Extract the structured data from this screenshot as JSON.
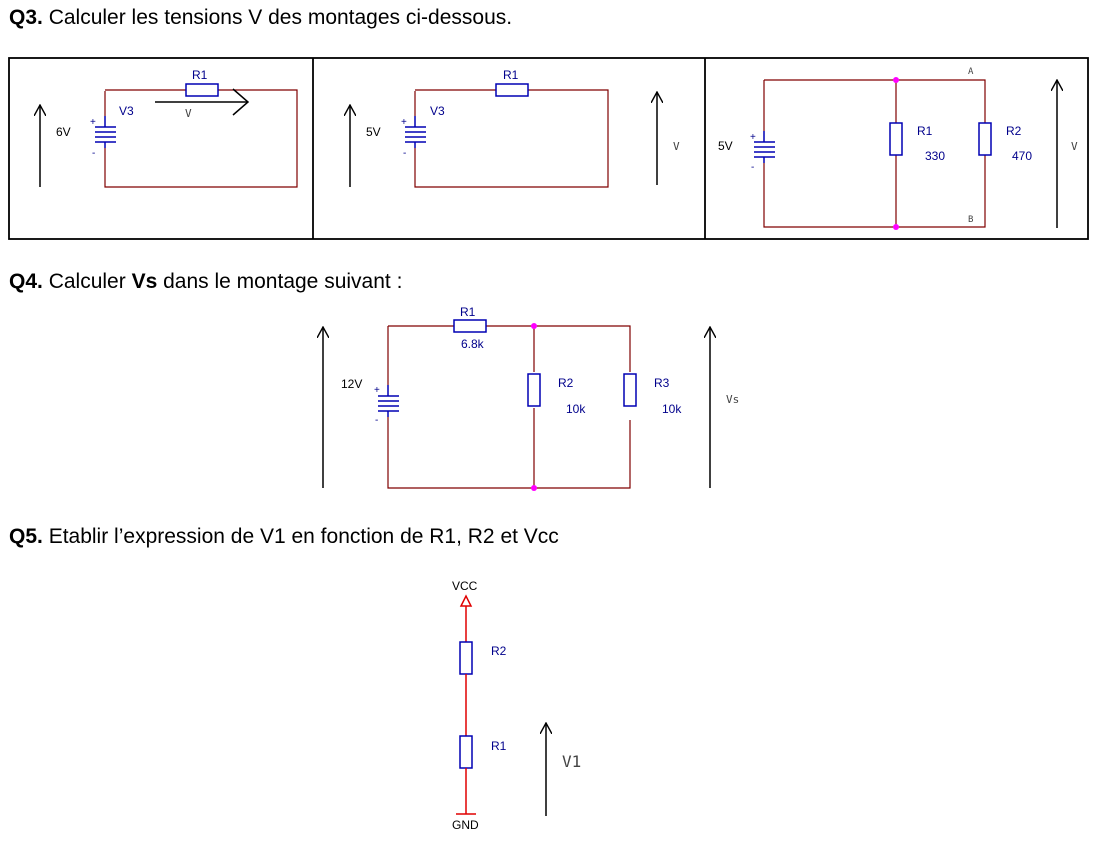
{
  "q3": {
    "num": "Q3.",
    "text": " Calculer les tensions V des montages ci-dessous."
  },
  "q4": {
    "num": "Q4.",
    "text_before": " Calculer ",
    "bold": "Vs",
    "text_after": " dans le montage suivant :"
  },
  "q5": {
    "num": "Q5.",
    "text": " Etablir l’expression de V1 en fonction de R1, R2 et Vcc"
  },
  "circuit1": {
    "r1": "R1",
    "source": "V3",
    "voltage": "6V",
    "v": "V",
    "plus": "+",
    "minus": "-"
  },
  "circuit2": {
    "r1": "R1",
    "source": "V3",
    "voltage": "5V",
    "v": "V",
    "plus": "+",
    "minus": "-"
  },
  "circuit3": {
    "voltage": "5V",
    "r1": "R1",
    "r1_value": "330",
    "r2": "R2",
    "r2_value": "470",
    "node_a": "A",
    "node_b": "B",
    "v": "V",
    "plus": "+",
    "minus": "-"
  },
  "circuit4": {
    "r1": "R1",
    "r1_value": "6.8k",
    "r2": "R2",
    "r2_value": "10k",
    "r3": "R3",
    "r3_value": "10k",
    "voltage": "12V",
    "vs": "Vs",
    "plus": "+",
    "minus": "-"
  },
  "circuit5": {
    "vcc": "VCC",
    "r2": "R2",
    "r1": "R1",
    "gnd": "GND",
    "v1": "V1"
  },
  "colors": {
    "wire": "#800000",
    "component": "#0000b4",
    "label": "#00008b",
    "node": "#ff00ff",
    "pin": "#e00000"
  }
}
